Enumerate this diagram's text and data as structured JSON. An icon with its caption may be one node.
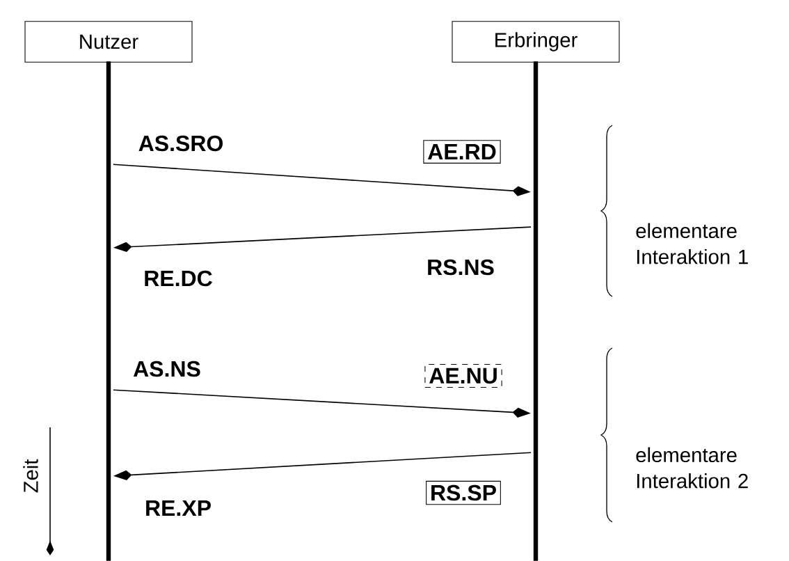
{
  "diagram": {
    "nodes": [
      {
        "text": [
          "Nutzer"
        ]
      },
      {
        "text": [
          "Erbringer"
        ]
      },
      {
        "text": [],
        "shape": "bar"
      },
      {
        "text": [],
        "shape": "bar"
      },
      {
        "text": [
          "AE.RD"
        ]
      },
      {
        "text": [
          "AE.NU"
        ]
      },
      {
        "text": [
          "RS.SP"
        ]
      }
    ],
    "edges": [
      {
        "from": 2,
        "to": 3,
        "arrow": "to"
      },
      {
        "from": 3,
        "to": 2,
        "arrow": "to"
      },
      {
        "from": 2,
        "to": 3,
        "arrow": "to"
      },
      {
        "from": 3,
        "to": 2,
        "arrow": "to"
      }
    ],
    "labels": [
      "AS.SRO",
      "RE.DC",
      "RS.NS",
      "elementare Interaktion 1",
      "AS.NS",
      "RE.XP",
      "elementare Interaktion 2",
      "Zeit"
    ]
  }
}
